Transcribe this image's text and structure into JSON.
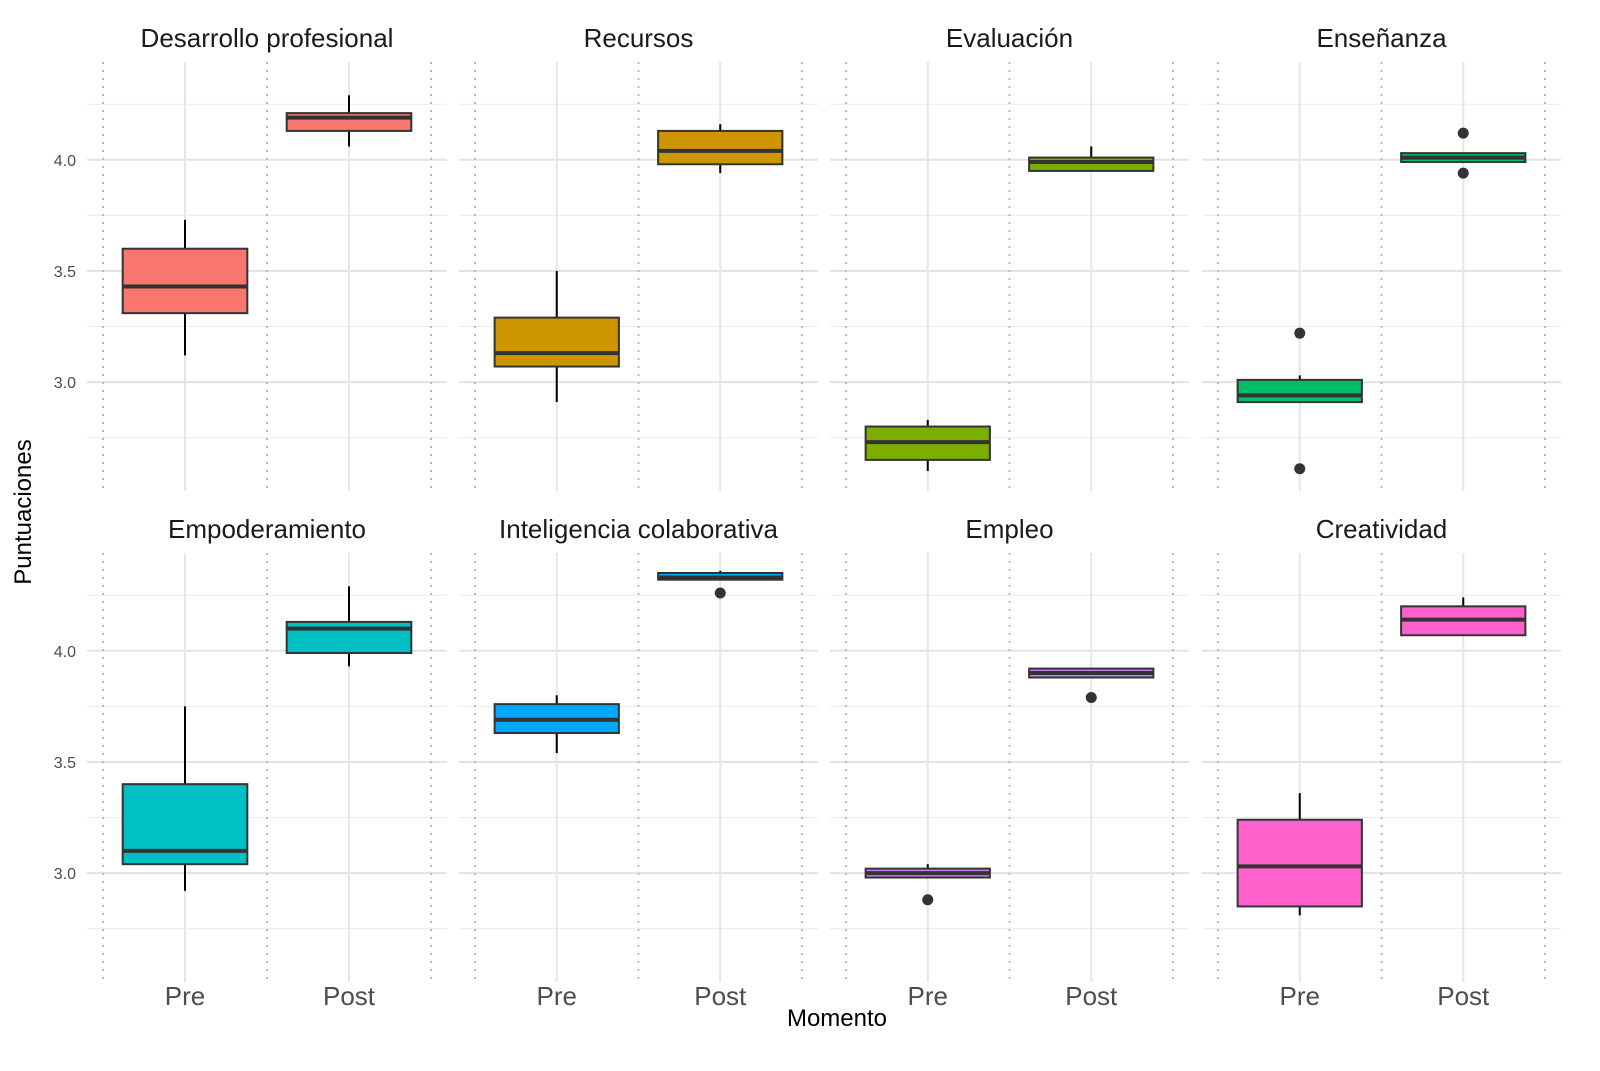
{
  "chart_data": {
    "type": "boxplot",
    "xlabel": "Momento",
    "ylabel": "Puntuaciones",
    "categories": [
      "Pre",
      "Post"
    ],
    "ylim": [
      2.51,
      4.44
    ],
    "yticks": [
      "3.0",
      "3.5",
      "4.0"
    ],
    "grid": true,
    "facets": [
      {
        "title": "Desarrollo profesional",
        "color": "#F8766D",
        "boxes": [
          {
            "min": 3.12,
            "q1": 3.31,
            "median": 3.43,
            "q3": 3.6,
            "max": 3.73,
            "outliers": []
          },
          {
            "min": 4.06,
            "q1": 4.13,
            "median": 4.19,
            "q3": 4.21,
            "max": 4.29,
            "outliers": []
          }
        ]
      },
      {
        "title": "Recursos",
        "color": "#CD9600",
        "boxes": [
          {
            "min": 2.91,
            "q1": 3.07,
            "median": 3.13,
            "q3": 3.29,
            "max": 3.5,
            "outliers": []
          },
          {
            "min": 3.94,
            "q1": 3.98,
            "median": 4.04,
            "q3": 4.13,
            "max": 4.16,
            "outliers": []
          }
        ]
      },
      {
        "title": "Evaluación",
        "color": "#7CAE00",
        "boxes": [
          {
            "min": 2.6,
            "q1": 2.65,
            "median": 2.73,
            "q3": 2.8,
            "max": 2.83,
            "outliers": []
          },
          {
            "min": 3.95,
            "q1": 3.95,
            "median": 3.99,
            "q3": 4.01,
            "max": 4.06,
            "outliers": []
          }
        ]
      },
      {
        "title": "Enseñanza",
        "color": "#00BE67",
        "boxes": [
          {
            "min": 2.91,
            "q1": 2.91,
            "median": 2.94,
            "q3": 3.01,
            "max": 3.03,
            "outliers": [
              3.22,
              2.61
            ]
          },
          {
            "min": 3.99,
            "q1": 3.99,
            "median": 4.01,
            "q3": 4.03,
            "max": 4.03,
            "outliers": [
              4.12,
              3.94
            ]
          }
        ]
      },
      {
        "title": "Empoderamiento",
        "color": "#00BFC4",
        "boxes": [
          {
            "min": 2.92,
            "q1": 3.04,
            "median": 3.1,
            "q3": 3.4,
            "max": 3.75,
            "outliers": []
          },
          {
            "min": 3.93,
            "q1": 3.99,
            "median": 4.1,
            "q3": 4.13,
            "max": 4.29,
            "outliers": []
          }
        ]
      },
      {
        "title": "Inteligencia colaborativa",
        "color": "#00A9FF",
        "boxes": [
          {
            "min": 3.54,
            "q1": 3.63,
            "median": 3.69,
            "q3": 3.76,
            "max": 3.8,
            "outliers": []
          },
          {
            "min": 4.32,
            "q1": 4.32,
            "median": 4.33,
            "q3": 4.35,
            "max": 4.36,
            "outliers": [
              4.26
            ]
          }
        ]
      },
      {
        "title": "Empleo",
        "color": "#C77CFF",
        "boxes": [
          {
            "min": 2.98,
            "q1": 2.98,
            "median": 3.0,
            "q3": 3.02,
            "max": 3.04,
            "outliers": [
              2.88
            ]
          },
          {
            "min": 3.88,
            "q1": 3.88,
            "median": 3.9,
            "q3": 3.92,
            "max": 3.92,
            "outliers": [
              3.79
            ]
          }
        ]
      },
      {
        "title": "Creatividad",
        "color": "#FF61CC",
        "boxes": [
          {
            "min": 2.81,
            "q1": 2.85,
            "median": 3.03,
            "q3": 3.24,
            "max": 3.36,
            "outliers": []
          },
          {
            "min": 4.07,
            "q1": 4.07,
            "median": 4.14,
            "q3": 4.2,
            "max": 4.24,
            "outliers": []
          }
        ]
      }
    ]
  }
}
